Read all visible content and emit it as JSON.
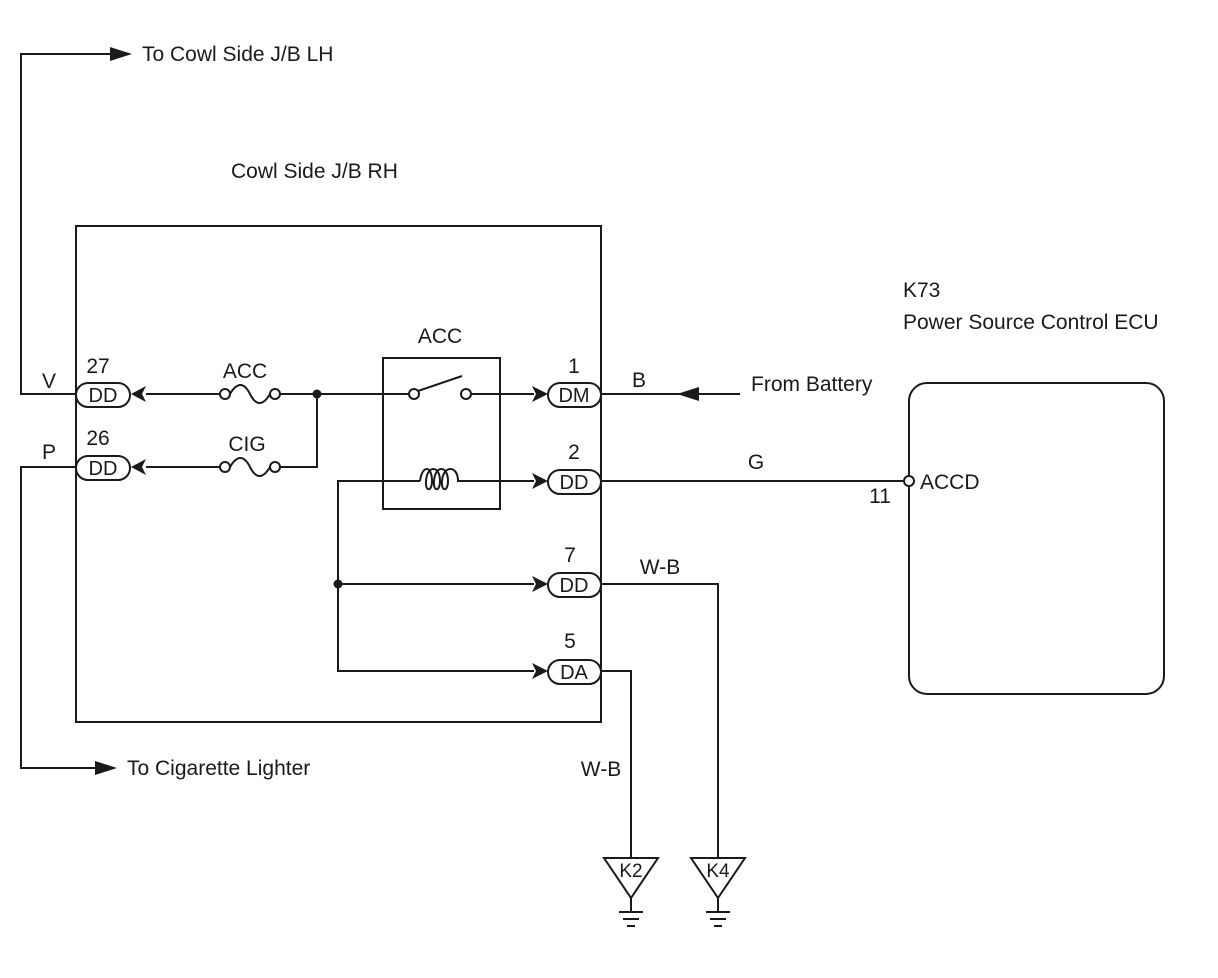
{
  "labels": {
    "to_cowl_lh": "To Cowl Side J/B LH",
    "jb_title": "Cowl Side J/B RH",
    "ecu_code": "K73",
    "ecu_name": "Power Source Control ECU",
    "relay_name": "ACC",
    "fuse_acc": "ACC",
    "fuse_cig": "CIG",
    "from_battery": "From Battery",
    "to_cig_lighter": "To Cigarette Lighter",
    "ecu_terminal": "ACCD",
    "ecu_pin": "11"
  },
  "wires": {
    "v": "V",
    "p": "P",
    "b": "B",
    "g": "G",
    "wb_top": "W-B",
    "wb_bottom": "W-B"
  },
  "connectors": {
    "c27": {
      "pin": "27",
      "code": "DD"
    },
    "c26": {
      "pin": "26",
      "code": "DD"
    },
    "c1": {
      "pin": "1",
      "code": "DM"
    },
    "c2": {
      "pin": "2",
      "code": "DD"
    },
    "c7": {
      "pin": "7",
      "code": "DD"
    },
    "c5": {
      "pin": "5",
      "code": "DA"
    }
  },
  "grounds": {
    "k2": "K2",
    "k4": "K4"
  }
}
